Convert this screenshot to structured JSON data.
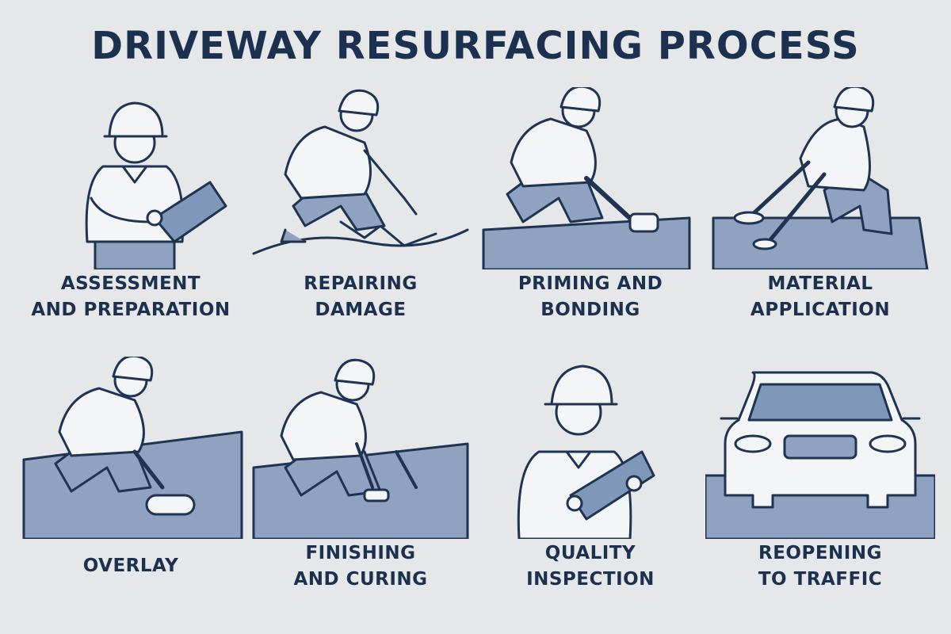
{
  "title": "DRIVEWAY RESURFACING PROCESS",
  "colors": {
    "ink": "#1f3352",
    "fill": "#f4f5f6",
    "blue": "#7f98ba",
    "ground": "#8fa3c0",
    "background": "#e6e7e9"
  },
  "steps": [
    {
      "line1": "ASSESSMENT",
      "line2": "AND PREPARATION",
      "icon": "worker-clipboard-icon"
    },
    {
      "line1": "REPAIRING",
      "line2": "DAMAGE",
      "icon": "worker-kneeling-cracks-icon"
    },
    {
      "line1": "PRIMING AND",
      "line2": "BONDING",
      "icon": "worker-roller-icon"
    },
    {
      "line1": "MATERIAL",
      "line2": "APPLICATION",
      "icon": "worker-squeegee-icon"
    },
    {
      "line1": "OVERLAY",
      "line2": "",
      "icon": "worker-overlay-roller-icon"
    },
    {
      "line1": "FINISHING",
      "line2": "AND CURING",
      "icon": "worker-trowel-icon"
    },
    {
      "line1": "QUALITY",
      "line2": "INSPECTION",
      "icon": "worker-inspection-icon"
    },
    {
      "line1": "REOPENING",
      "line2": "TO TRAFFIC",
      "icon": "car-icon"
    }
  ]
}
